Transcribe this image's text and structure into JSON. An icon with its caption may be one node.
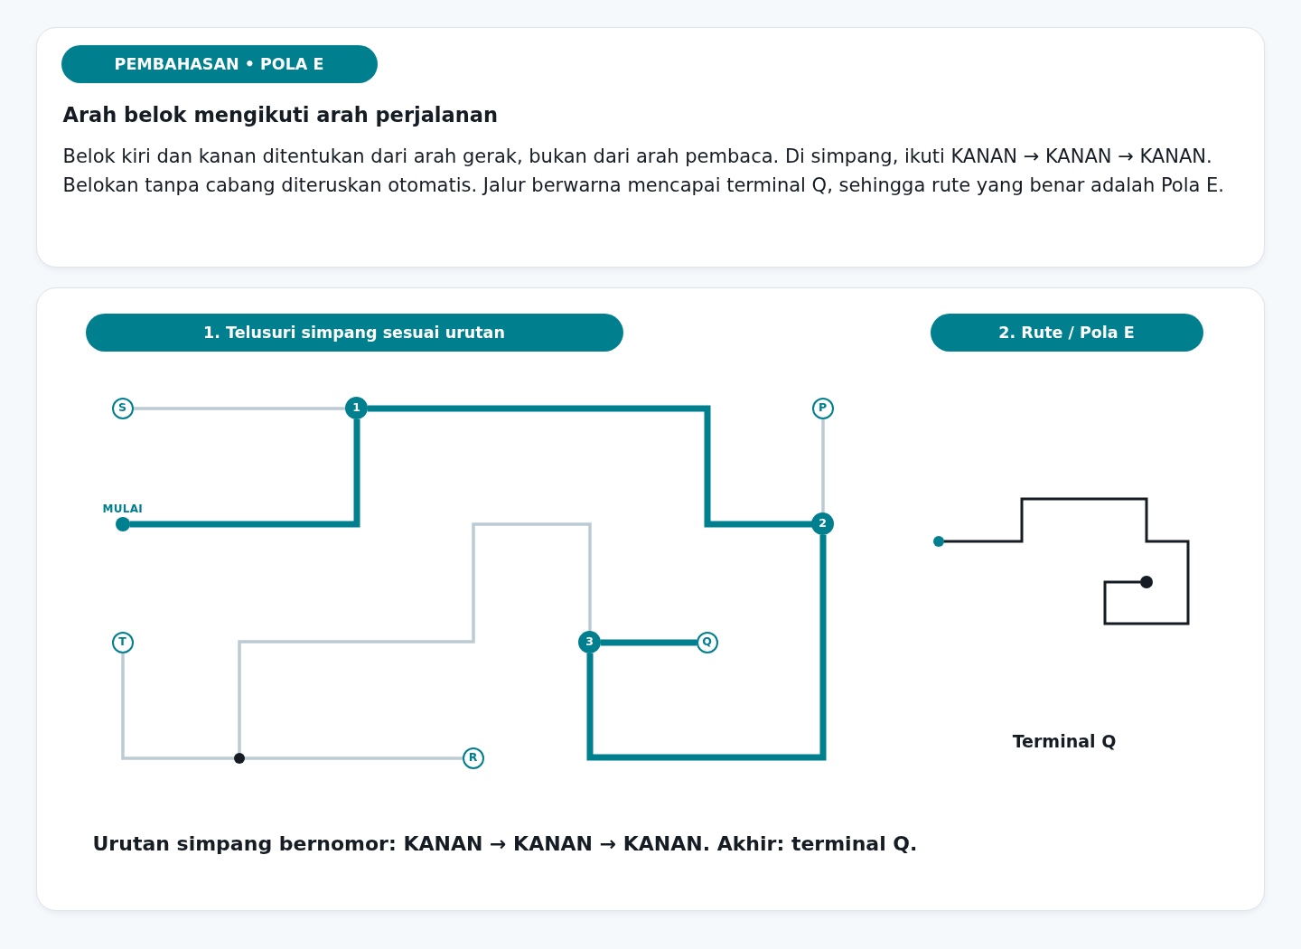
{
  "diagram": {
    "nodes": [
      {
        "text": [
          "Arah belok mengikuti arah perjalanan",
          "Belok kiri dan kanan ditentukan dari arah gerak, bukan dari arah pembaca. Di simpang, ikuti KANAN → KANAN → KANAN. Belokan tanpa cabang diteruskan otomatis. Jalur berwarna mencapai terminal Q, sehingga rute yang benar adalah Pola E."
        ]
      },
      {
        "text": [
          "PEMBAHASAN • POLA E"
        ],
        "in": 0
      },
      {
        "text": [
          "Urutan simpang bernomor: KANAN → KANAN → KANAN. Akhir: terminal Q."
        ]
      },
      {
        "text": [
          "1. Telusuri simpang sesuai urutan"
        ],
        "in": 2
      },
      {
        "text": [
          "2. Rute / Pola E"
        ],
        "in": 2
      },
      {
        "text": [
          "S"
        ],
        "in": 2
      },
      {
        "text": [
          "1"
        ],
        "in": 2
      },
      {
        "text": [
          "P"
        ],
        "in": 2
      },
      {
        "text": [],
        "shape": "circle",
        "beside": [
          "MULAI"
        ],
        "in": 2
      },
      {
        "text": [
          "2"
        ],
        "in": 2
      },
      {
        "text": [
          "T"
        ],
        "in": 2
      },
      {
        "text": [
          "3"
        ],
        "in": 2
      },
      {
        "text": [
          "Q"
        ],
        "in": 2
      },
      {
        "text": [],
        "shape": "circle",
        "in": 2
      },
      {
        "text": [
          "R"
        ],
        "in": 2
      },
      {
        "text": [],
        "shape": "circle",
        "in": 2
      },
      {
        "text": [],
        "shape": "circle",
        "in": 2
      }
    ],
    "edges": [
      {
        "from": 5,
        "to": 6,
        "arrow": "none"
      },
      {
        "from": 8,
        "to": 6,
        "arrow": "none",
        "style": "thick",
        "color": "#007f8f"
      },
      {
        "from": 6,
        "to": 9,
        "arrow": "none",
        "style": "thick",
        "color": "#007f8f"
      },
      {
        "from": 7,
        "to": 9,
        "arrow": "none"
      },
      {
        "from": 9,
        "to": 11,
        "arrow": "none",
        "style": "thick",
        "color": "#007f8f"
      },
      {
        "from": 11,
        "to": 12,
        "arrow": "none",
        "style": "thick",
        "color": "#007f8f"
      },
      {
        "from": 11,
        "to": 13,
        "arrow": "none"
      },
      {
        "from": 10,
        "to": 13,
        "arrow": "none"
      },
      {
        "from": 13,
        "to": 14,
        "arrow": "none"
      },
      {
        "from": 15,
        "to": 16,
        "arrow": "none",
        "color": "#161c24"
      }
    ],
    "labels": [
      "Terminal Q"
    ]
  }
}
